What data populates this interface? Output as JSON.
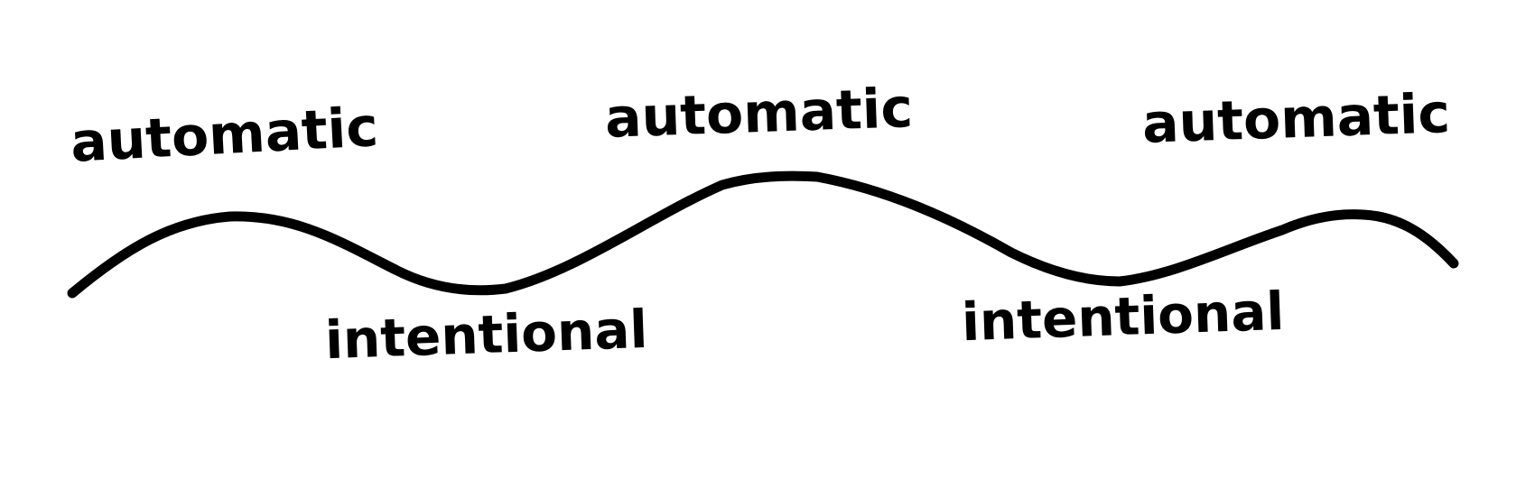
{
  "labels": {
    "automatic_1": "automatic",
    "automatic_2": "automatic",
    "automatic_3": "automatic",
    "intentional_1": "intentional",
    "intentional_2": "intentional"
  },
  "colors": {
    "ink": "#000000",
    "background": "#ffffff"
  }
}
